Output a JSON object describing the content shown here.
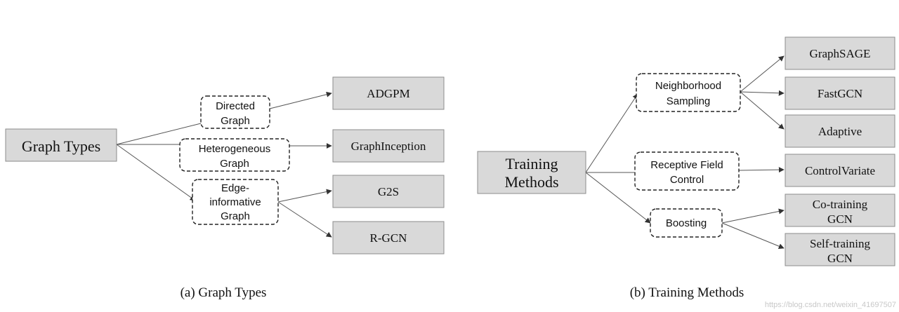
{
  "left": {
    "root": [
      "Graph Types"
    ],
    "mid": {
      "directed": [
        "Directed",
        "Graph"
      ],
      "heterogeneous": [
        "Heterogeneous",
        "Graph"
      ],
      "edge_informative": [
        "Edge-",
        "informative",
        "Graph"
      ]
    },
    "leaves": {
      "adgpm": [
        "ADGPM"
      ],
      "graphinception": [
        "GraphInception"
      ],
      "g2s": [
        "G2S"
      ],
      "rgcn": [
        "R-GCN"
      ]
    },
    "caption": "(a)  Graph Types"
  },
  "right": {
    "root": [
      "Training",
      "Methods"
    ],
    "mid": {
      "neighborhood": [
        "Neighborhood",
        "Sampling"
      ],
      "receptive": [
        "Receptive Field",
        "Control"
      ],
      "boosting": [
        "Boosting"
      ]
    },
    "leaves": {
      "graphsage": [
        "GraphSAGE"
      ],
      "fastgcn": [
        "FastGCN"
      ],
      "adaptive": [
        "Adaptive"
      ],
      "controlvariate": [
        "ControlVariate"
      ],
      "cotraining": [
        "Co-training",
        "GCN"
      ],
      "selftraining": [
        "Self-training",
        "GCN"
      ]
    },
    "caption": "(b)  Training Methods"
  },
  "watermark": "https://blog.csdn.net/weixin_41697507"
}
